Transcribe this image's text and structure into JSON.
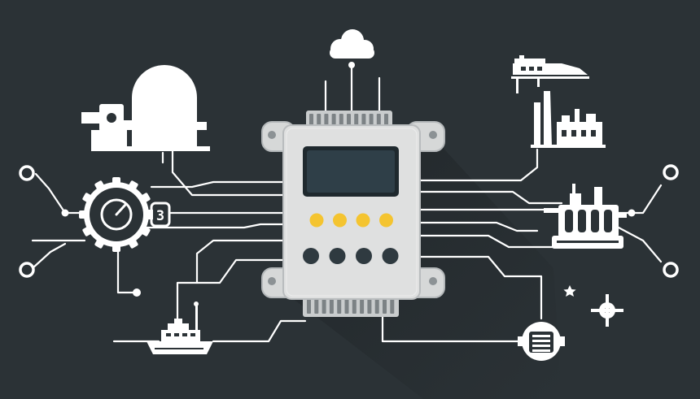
{
  "colors": {
    "background": "#2b3236",
    "shadow": "#252b2f",
    "controller_body": "#dfe0e0",
    "controller_border": "#b9bcbe",
    "screen": "#2f3f48",
    "indicator_yellow": "#f4c430",
    "button_dark": "#2f3a40",
    "line": "#ffffff"
  },
  "controller": {
    "indicator_lights": 4,
    "buttons": 4
  },
  "gauge": {
    "counter_label": "3"
  },
  "icons": [
    "cloud-icon",
    "observatory-icon",
    "gear-gauge-icon",
    "ship-icon",
    "train-icon",
    "factory-icon",
    "refinery-icon",
    "meter-icon",
    "star-icon",
    "target-icon"
  ]
}
